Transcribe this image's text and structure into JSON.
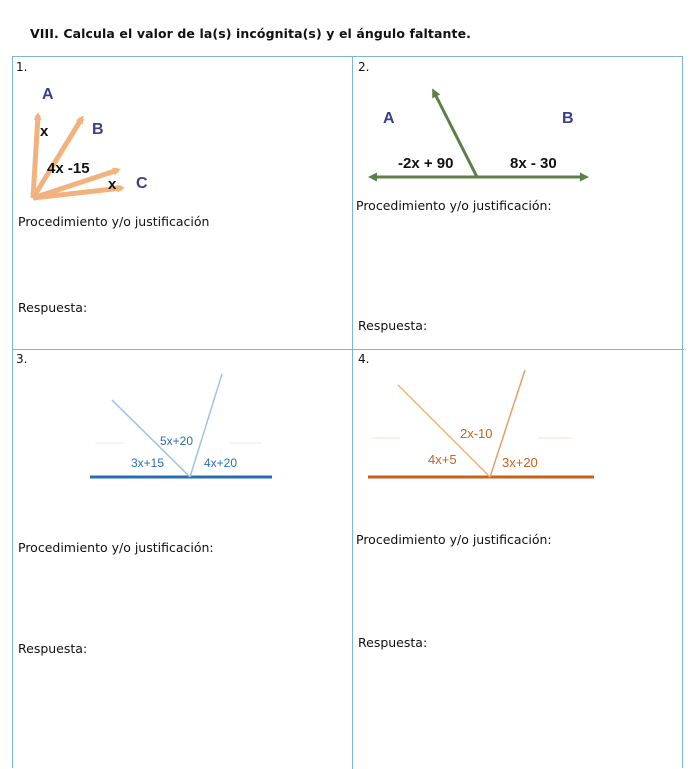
{
  "header": {
    "title": "VIII.  Calcula el valor de la(s) incógnita(s) y el ángulo faltante."
  },
  "colors": {
    "border": "#7fb3d8",
    "peach": "#f2b27e",
    "green": "#5f7f4a",
    "navy": "#3a3f8c",
    "blue": "#2a6db0",
    "orange": "#c4631c"
  },
  "problems": [
    {
      "number": "1.",
      "rays": {
        "a": "A",
        "b": "B",
        "c": "C"
      },
      "angles": {
        "top": "x",
        "middle": "4x -15",
        "bottom": "x"
      },
      "procedure_label": "Procedimiento y/o justificación",
      "answer_label": "Respuesta:"
    },
    {
      "number": "2.",
      "rays": {
        "a": "A",
        "b": "B"
      },
      "angles": {
        "left": "-2x + 90",
        "right": "8x - 30"
      },
      "procedure_label": "Procedimiento y/o justificación:",
      "answer_label": "Respuesta:"
    },
    {
      "number": "3.",
      "angles": {
        "left": "3x+15",
        "middle": "5x+20",
        "right": "4x+20"
      },
      "procedure_label": "Procedimiento y/o justificación:",
      "answer_label": "Respuesta:"
    },
    {
      "number": "4.",
      "angles": {
        "left": "4x+5",
        "middle": "2x-10",
        "right": "3x+20"
      },
      "procedure_label": "Procedimiento y/o justificación:",
      "answer_label": "Respuesta:"
    }
  ]
}
